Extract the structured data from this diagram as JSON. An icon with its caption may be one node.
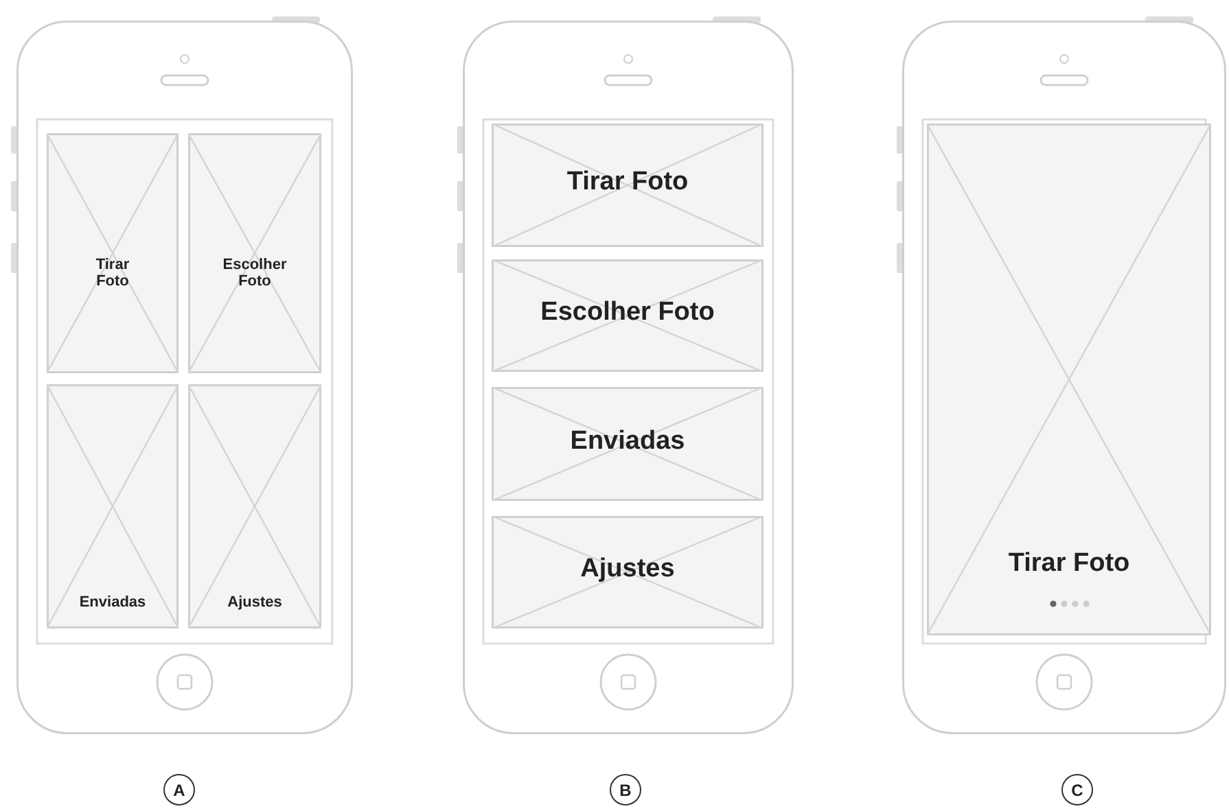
{
  "diagram": {
    "nodes": [
      {
        "text": [],
        "shape": "phone"
      },
      {
        "text": [
          "Tirar Foto"
        ],
        "in": 0
      },
      {
        "text": [
          "Escolher Foto"
        ],
        "in": 0
      },
      {
        "text": [
          "Enviadas"
        ],
        "in": 0
      },
      {
        "text": [
          "Ajustes"
        ],
        "in": 0
      },
      {
        "text": [],
        "shape": "phone"
      },
      {
        "text": [
          "Tirar Foto"
        ],
        "in": 5
      },
      {
        "text": [
          "Escolher Foto"
        ],
        "in": 5
      },
      {
        "text": [
          "Enviadas"
        ],
        "in": 5
      },
      {
        "text": [
          "Ajustes"
        ],
        "in": 5
      },
      {
        "text": [],
        "shape": "phone"
      },
      {
        "text": [
          "Tirar Foto"
        ],
        "in": 10
      },
      {
        "text": [
          "A"
        ]
      },
      {
        "text": [
          "B"
        ]
      },
      {
        "text": [
          "C"
        ]
      }
    ]
  }
}
